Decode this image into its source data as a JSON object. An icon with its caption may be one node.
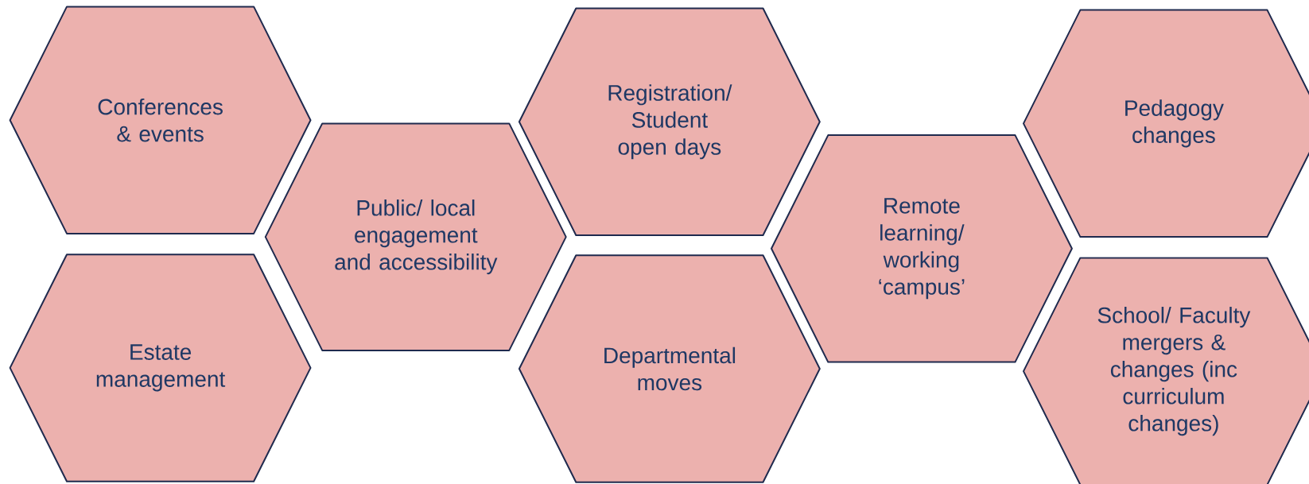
{
  "diagram": {
    "nodes": [
      {
        "text": [
          "Conferences & events"
        ]
      },
      {
        "text": [
          "Estate management"
        ]
      },
      {
        "text": [
          "Public/ local engagement and accessibility"
        ]
      },
      {
        "text": [
          "Registration/ Student open days"
        ]
      },
      {
        "text": [
          "Departmental moves"
        ]
      },
      {
        "text": [
          "Remote learning/ working ‘campus’"
        ]
      },
      {
        "text": [
          "Pedagogy changes"
        ]
      },
      {
        "text": [
          "School/ Faculty mergers & changes (inc curriculum changes)"
        ]
      }
    ]
  }
}
